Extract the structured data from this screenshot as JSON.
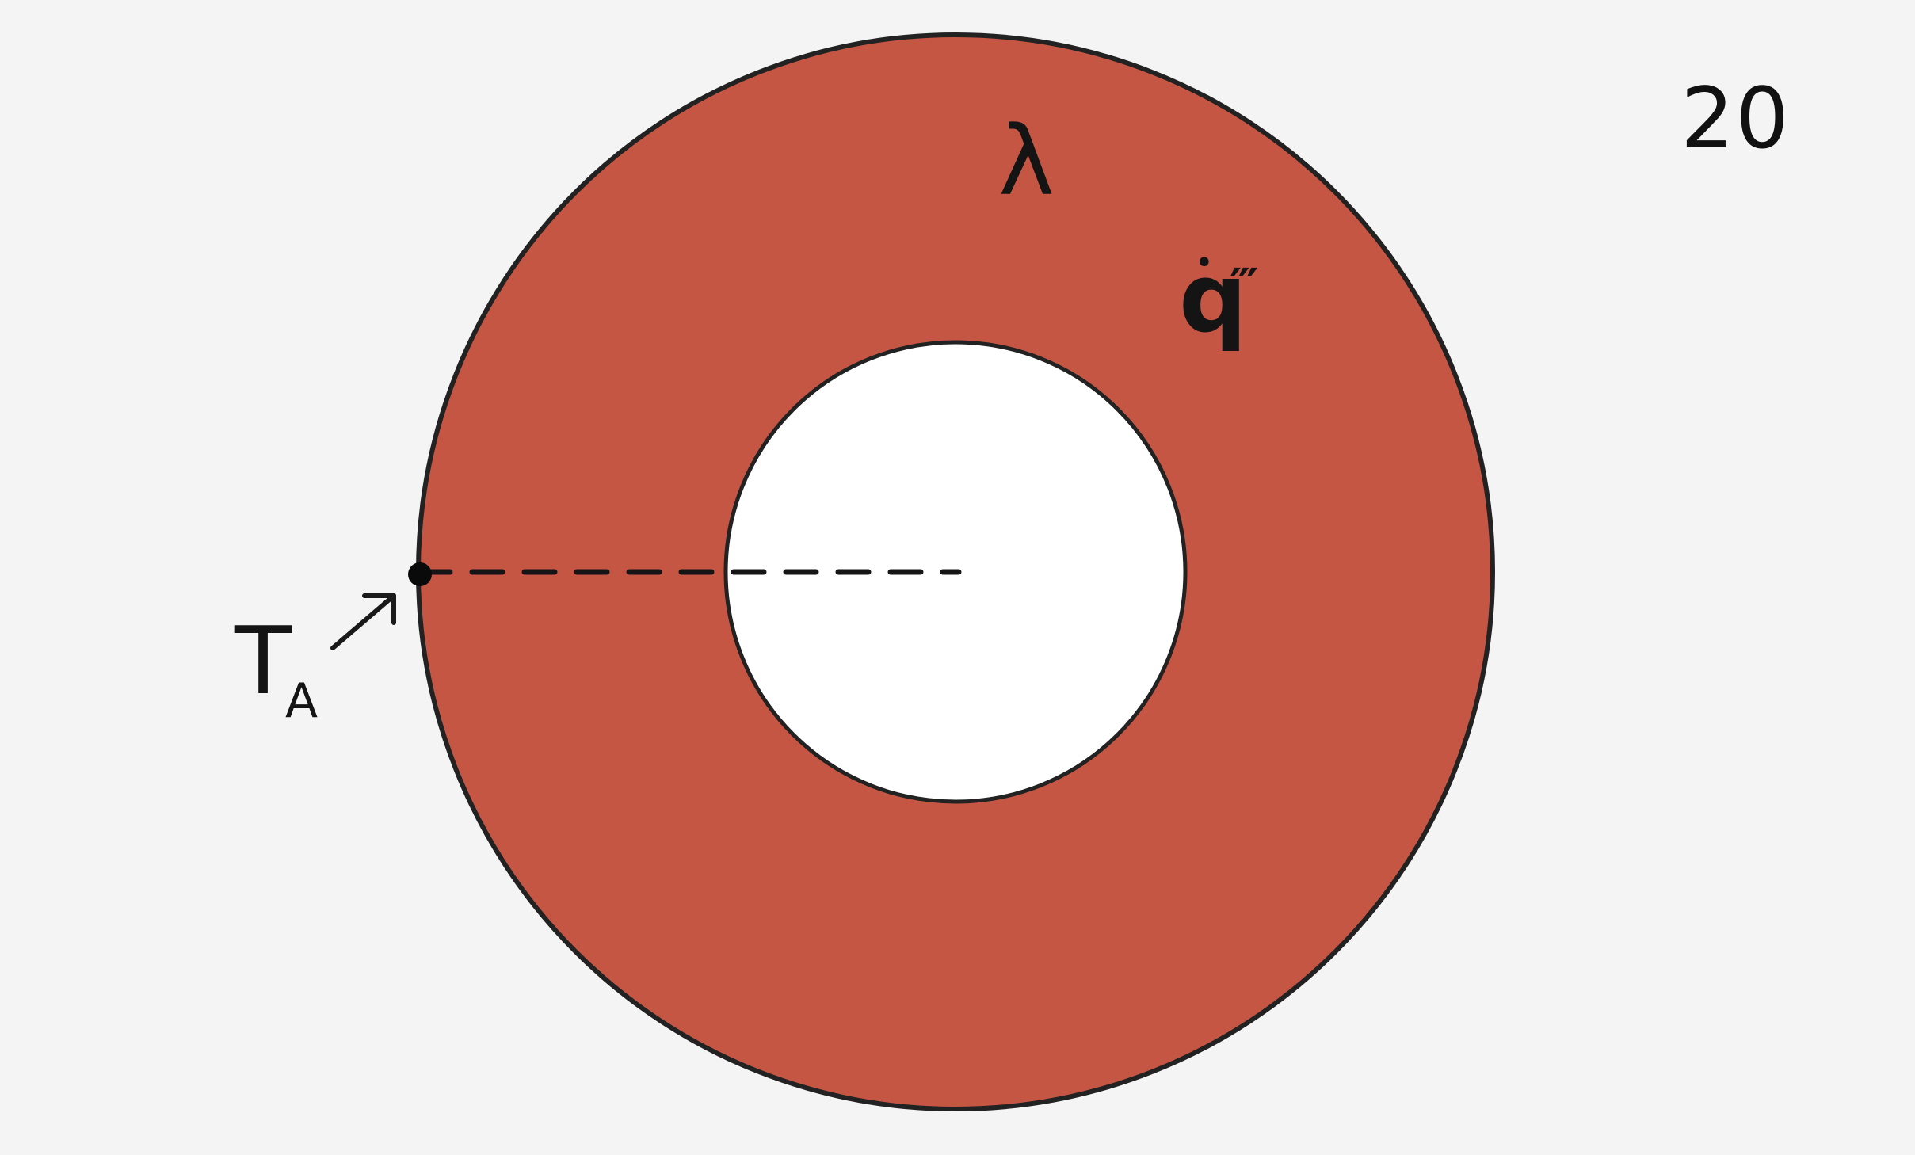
{
  "page_number": "20",
  "labels": {
    "conductivity": "λ",
    "heat_generation": "q",
    "heat_generation_dot": "•",
    "heat_generation_superscript": "‴",
    "surface_temperature_main": "T",
    "surface_temperature_sub": "A"
  },
  "colors": {
    "background": "#f4f4f4",
    "ring_fill": "#c65644",
    "hole_fill": "#ffffff",
    "ink": "#222222"
  }
}
